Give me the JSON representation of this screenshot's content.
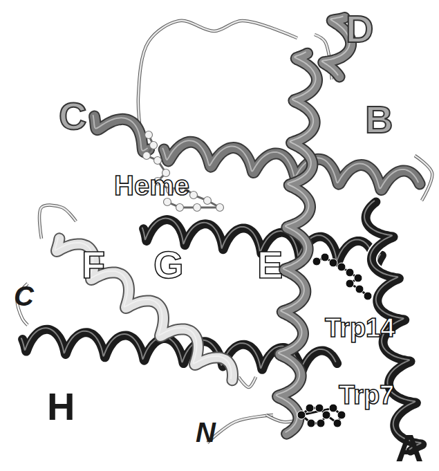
{
  "diagram": {
    "labels": [
      "D",
      "C",
      "B",
      "Heme",
      "F",
      "G",
      "E",
      "C",
      "Trp14",
      "H",
      "Trp7",
      "N",
      "A"
    ]
  }
}
